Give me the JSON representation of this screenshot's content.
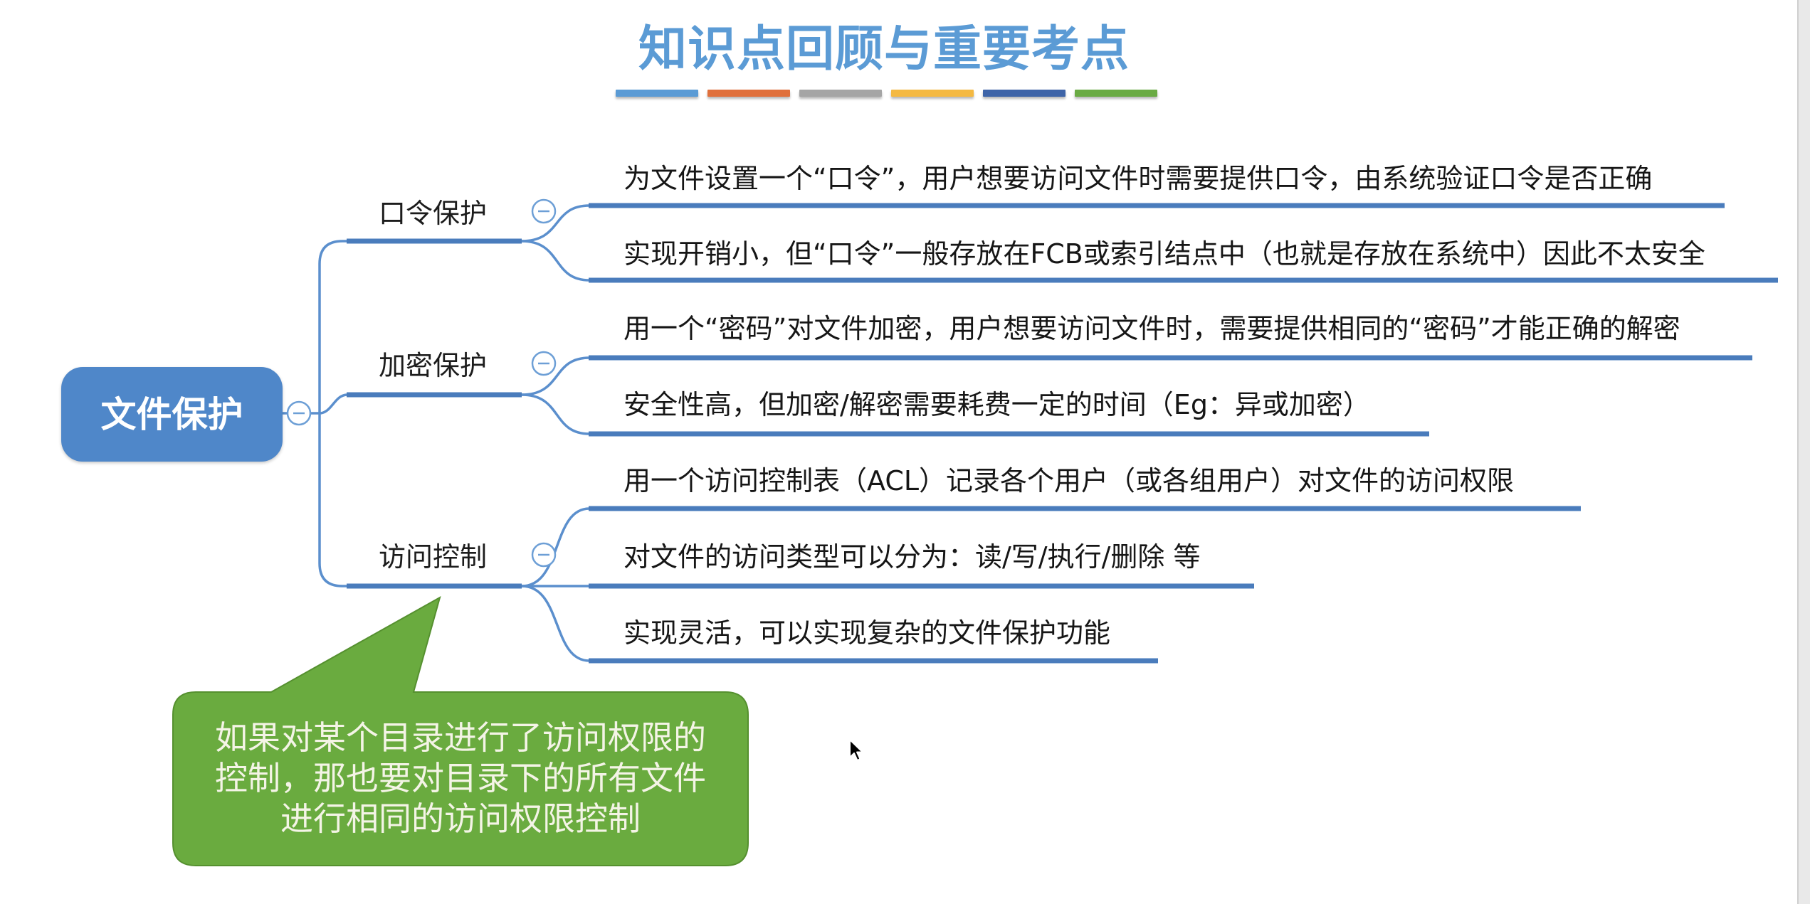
{
  "title": "知识点回顾与重要考点",
  "title_bar_colors": [
    "#5b9bd5",
    "#e0703c",
    "#a5a5a5",
    "#f4b942",
    "#3e64a8",
    "#6aab44"
  ],
  "root": {
    "label": "文件保护"
  },
  "branches": [
    {
      "label": "口令保护",
      "children": [
        "为文件设置一个“口令”，用户想要访问文件时需要提供口令，由系统验证口令是否正确",
        "实现开销小，但“口令”一般存放在FCB或索引结点中（也就是存放在系统中）因此不太安全"
      ]
    },
    {
      "label": "加密保护",
      "children": [
        "用一个“密码”对文件加密，用户想要访问文件时，需要提供相同的“密码”才能正确的解密",
        "安全性高，但加密/解密需要耗费一定的时间（Eg：异或加密）"
      ]
    },
    {
      "label": "访问控制",
      "children": [
        "用一个访问控制表（ACL）记录各个用户（或各组用户）对文件的访问权限",
        "对文件的访问类型可以分为：读/写/执行/删除 等",
        "实现灵活，可以实现复杂的文件保护功能"
      ]
    }
  ],
  "callout": {
    "lines": [
      "如果对某个目录进行了访问权限的",
      "控制，那也要对目录下的所有文件",
      "进行相同的访问权限控制"
    ]
  },
  "icons": {
    "collapse_toggle": "minus-circle-icon",
    "pointer": "mouse-pointer-icon"
  },
  "colors": {
    "title": "#5b9bd5",
    "root_fill": "#4f87c9",
    "connector": "#5b8fcd",
    "underline": "#4a7cbc",
    "callout_fill": "#6aab3f"
  }
}
